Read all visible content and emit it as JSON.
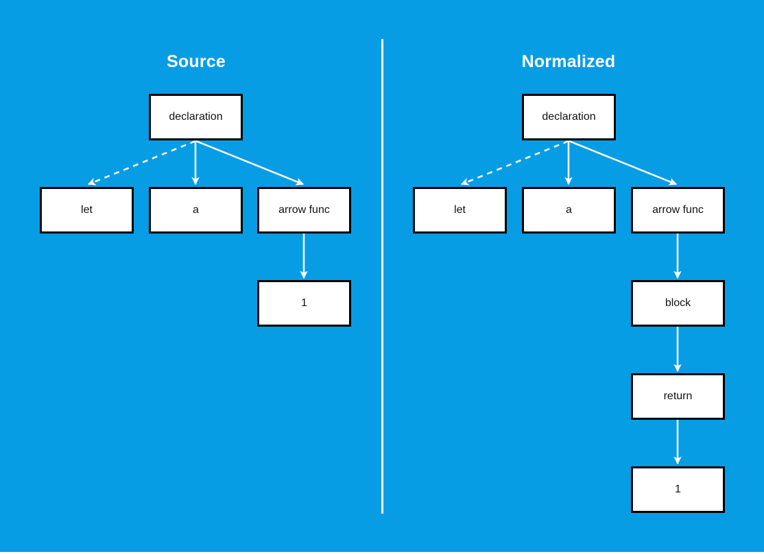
{
  "colors": {
    "background": "#079de5",
    "node_fill": "#ffffff",
    "node_border": "#000000",
    "node_text": "#111111",
    "edge": "#ffffff",
    "title_text": "#ffffff",
    "divider": "#ffffff"
  },
  "panels": [
    {
      "title": "Source",
      "nodes": [
        {
          "id": "declaration",
          "label": "declaration"
        },
        {
          "id": "let",
          "label": "let"
        },
        {
          "id": "a",
          "label": "a"
        },
        {
          "id": "arrow-func",
          "label": "arrow func"
        },
        {
          "id": "one",
          "label": "1"
        }
      ],
      "edges": [
        {
          "from": "declaration",
          "to": "let",
          "style": "dashed"
        },
        {
          "from": "declaration",
          "to": "a",
          "style": "solid"
        },
        {
          "from": "declaration",
          "to": "arrow-func",
          "style": "solid"
        },
        {
          "from": "arrow-func",
          "to": "one",
          "style": "solid"
        }
      ]
    },
    {
      "title": "Normalized",
      "nodes": [
        {
          "id": "declaration",
          "label": "declaration"
        },
        {
          "id": "let",
          "label": "let"
        },
        {
          "id": "a",
          "label": "a"
        },
        {
          "id": "arrow-func",
          "label": "arrow func"
        },
        {
          "id": "block",
          "label": "block"
        },
        {
          "id": "return",
          "label": "return"
        },
        {
          "id": "one",
          "label": "1"
        }
      ],
      "edges": [
        {
          "from": "declaration",
          "to": "let",
          "style": "dashed"
        },
        {
          "from": "declaration",
          "to": "a",
          "style": "solid"
        },
        {
          "from": "declaration",
          "to": "arrow-func",
          "style": "solid"
        },
        {
          "from": "arrow-func",
          "to": "block",
          "style": "solid"
        },
        {
          "from": "block",
          "to": "return",
          "style": "solid"
        },
        {
          "from": "return",
          "to": "one",
          "style": "solid"
        }
      ]
    }
  ]
}
